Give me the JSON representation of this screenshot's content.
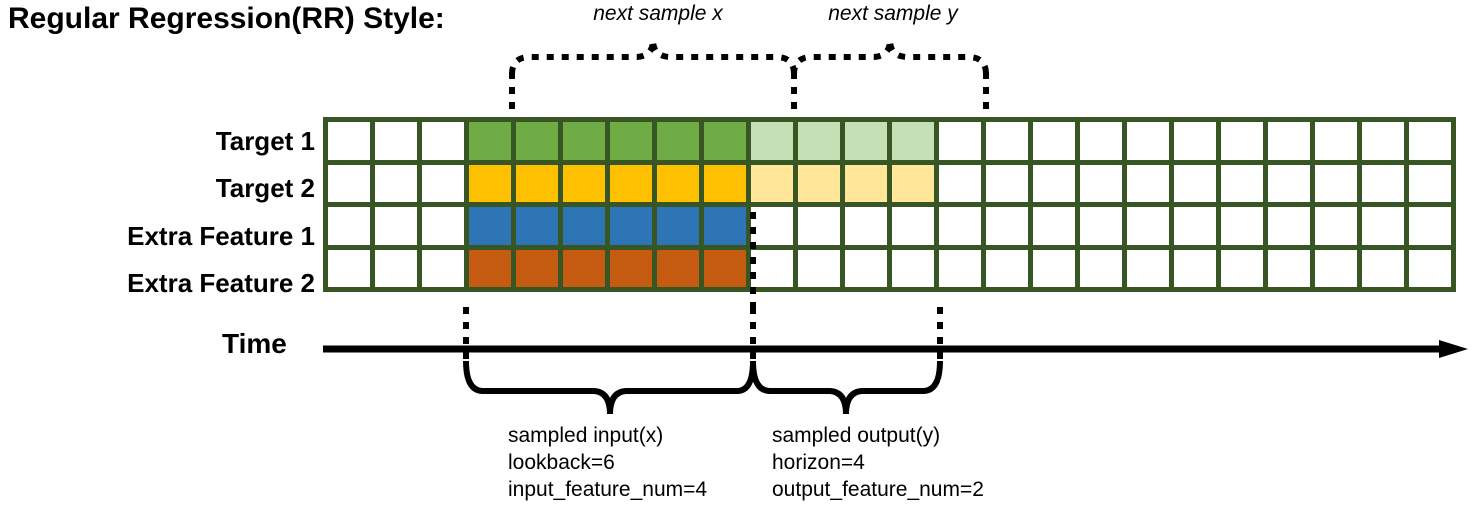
{
  "title": "Regular Regression(RR) Style:",
  "annotations": {
    "next_sample_x": "next sample x",
    "next_sample_y": "next sample y"
  },
  "rows": [
    {
      "label": "Target 1",
      "fill": "#6FAC46",
      "light": "#C5E0B4",
      "has_light": true
    },
    {
      "label": "Target 2",
      "fill": "#FFC000",
      "light": "#FFE699",
      "has_light": true
    },
    {
      "label": "Extra Feature 1",
      "fill": "#2E75B6",
      "light": "",
      "has_light": false
    },
    {
      "label": "Extra Feature 2",
      "fill": "#C55A11",
      "light": "",
      "has_light": false
    }
  ],
  "grid": {
    "columns": 24,
    "leading_blank": 3,
    "input_span": 6,
    "output_span": 4,
    "border_color": "#375623",
    "empty_color": "#ffffff"
  },
  "time_axis": {
    "label": "Time",
    "arrow": "right-arrow-icon"
  },
  "captions": {
    "left": {
      "line1": "sampled input(x)",
      "line2": "lookback=6",
      "line3": "input_feature_num=4"
    },
    "right": {
      "line1": "sampled output(y)",
      "line2": "horizon=4",
      "line3": "output_feature_num=2"
    }
  },
  "chart_data": {
    "type": "table",
    "title": "Regular Regression(RR) Style:",
    "categories": [
      "Target 1",
      "Target 2",
      "Extra Feature 1",
      "Extra Feature 2"
    ],
    "lookback": 6,
    "horizon": 4,
    "input_feature_num": 4,
    "output_feature_num": 2,
    "total_timesteps": 24,
    "input_window_start_index": 3,
    "input_window_end_index": 8,
    "output_window_start_index": 9,
    "output_window_end_index": 12
  }
}
